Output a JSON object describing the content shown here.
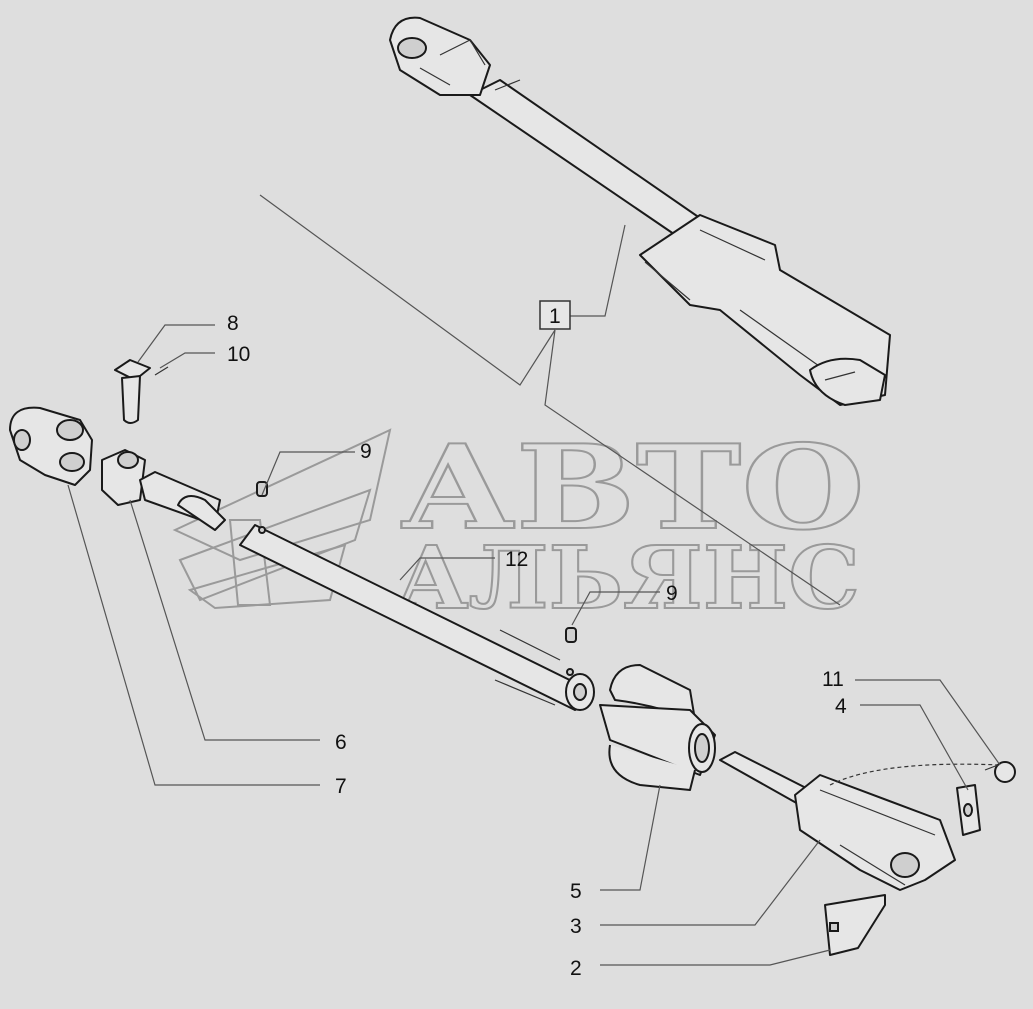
{
  "watermark": {
    "line1": "АВТО",
    "line2": "АЛЬЯНС"
  },
  "callouts": [
    {
      "id": "1",
      "boxed": true
    },
    {
      "id": "8"
    },
    {
      "id": "10"
    },
    {
      "id": "9"
    },
    {
      "id": "12"
    },
    {
      "id": "9"
    },
    {
      "id": "6"
    },
    {
      "id": "7"
    },
    {
      "id": "11"
    },
    {
      "id": "4"
    },
    {
      "id": "5"
    },
    {
      "id": "3"
    },
    {
      "id": "2"
    }
  ]
}
